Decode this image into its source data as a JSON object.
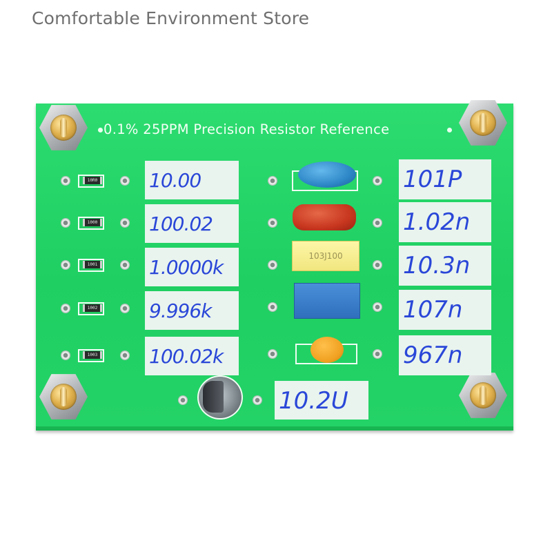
{
  "header": {
    "store_name": "Comfortable Environment Store"
  },
  "board": {
    "title": "0.1% 25PPM Precision Resistor Reference",
    "colors": {
      "pcb": "#24d367",
      "label_bg": "#e9f4ee",
      "ink": "#2a47d8"
    }
  },
  "resistors": [
    {
      "chip_code": "10R0",
      "value": "10.00"
    },
    {
      "chip_code": "1000",
      "value": "100.02"
    },
    {
      "chip_code": "1001",
      "value": "1.0000k"
    },
    {
      "chip_code": "1002",
      "value": "9.996k"
    },
    {
      "chip_code": "1003",
      "value": "100.02k"
    }
  ],
  "capacitors": [
    {
      "type": "blue-ceramic",
      "marking": "",
      "value": "101P"
    },
    {
      "type": "red-film",
      "marking": "",
      "value": "1.02n"
    },
    {
      "type": "yellow-box",
      "marking": "103J100",
      "value": "10.3n"
    },
    {
      "type": "blue-box",
      "marking": "",
      "value": "107n"
    },
    {
      "type": "orange-ceramic",
      "marking": "",
      "value": "967n"
    }
  ],
  "electrolytic": {
    "value": "10.2U"
  }
}
